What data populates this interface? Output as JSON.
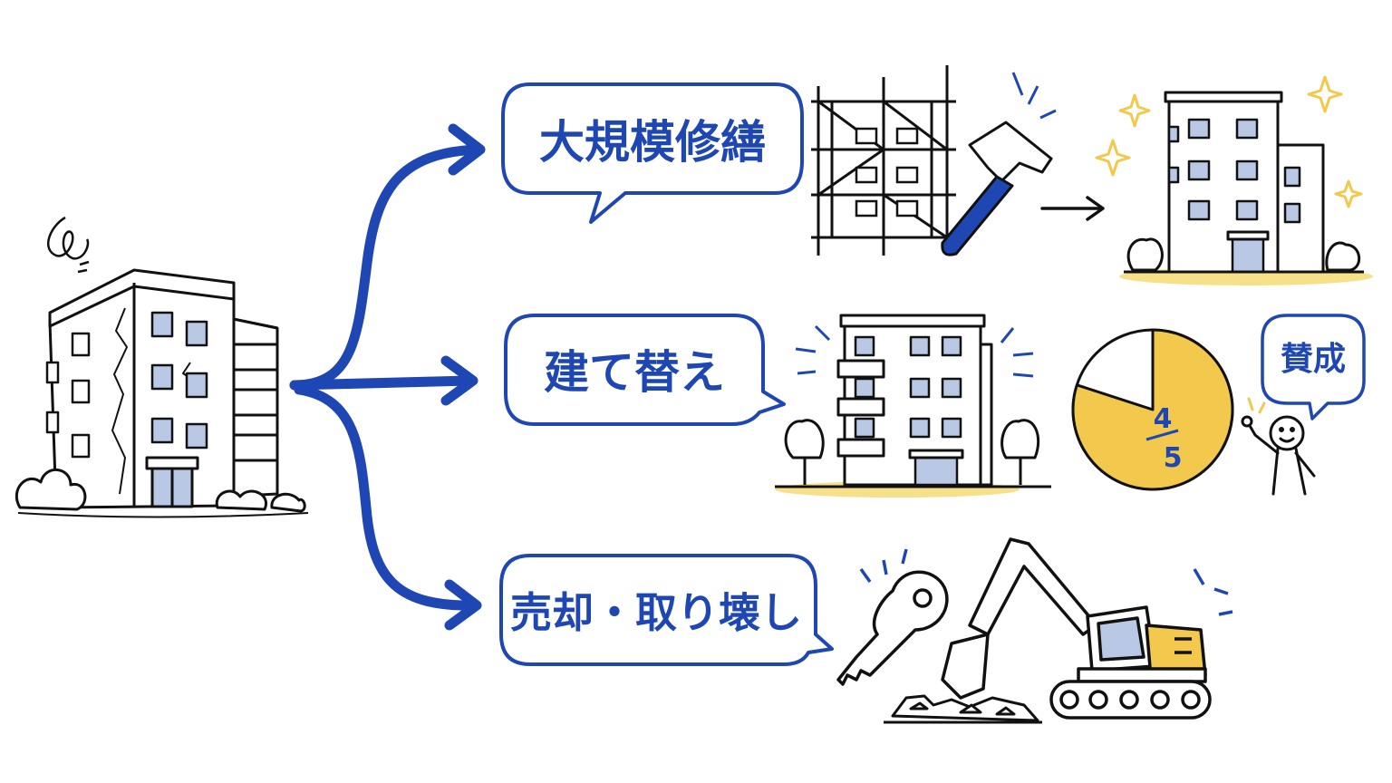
{
  "colors": {
    "blue": "#1e47b4",
    "ink": "#111111",
    "yellow": "#f2c94c",
    "glass": "#b9c8e4",
    "ground": "#f7e08a"
  },
  "options": [
    {
      "label": "大規模修繕"
    },
    {
      "label": "建て替え"
    },
    {
      "label": "売却・取り壊し"
    }
  ],
  "vote": {
    "fraction_numerator": "4",
    "fraction_denominator": "5",
    "approval_label": "賛成",
    "approval_share": 0.8
  },
  "icons": [
    "old-building-icon",
    "worry-scribble-icon",
    "scaffolding-icon",
    "hammer-icon",
    "arrow-right-icon",
    "renovated-building-icon",
    "sparkle-icon",
    "new-building-icon",
    "pie-chart-icon",
    "stick-figure-icon",
    "key-icon",
    "excavator-icon",
    "rubble-icon"
  ]
}
